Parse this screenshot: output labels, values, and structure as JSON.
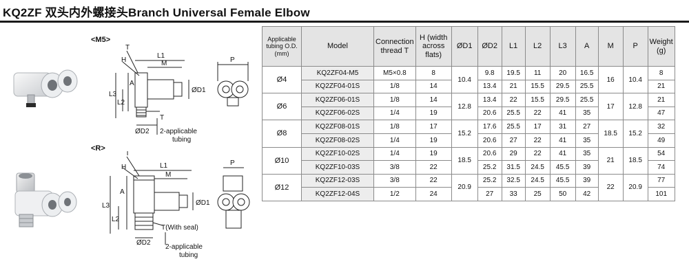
{
  "title": "KQ2ZF  双头内外螺接头Branch Universal Female Elbow",
  "sections": {
    "m5_label": "<M5>",
    "r_label": "<R>"
  },
  "drawing_labels": {
    "m5": {
      "t_top": "T",
      "h": "H",
      "l1": "L1",
      "m": "M",
      "a": "A",
      "l3": "L3",
      "l2": "L2",
      "d1": "ØD1",
      "d2": "ØD2",
      "t_bottom": "T",
      "tubing_line1": "2-applicable",
      "tubing_line2": "tubing",
      "p": "P"
    },
    "r": {
      "t_top": "T",
      "h": "H",
      "l1": "L1",
      "m": "M",
      "a": "A",
      "l3": "L3",
      "l2": "L2",
      "d1": "ØD1",
      "d2": "ØD2",
      "t_seal": "T(With seal)",
      "tubing_line1": "2-applicable",
      "tubing_line2": "tubing",
      "p": "P"
    }
  },
  "table": {
    "headers": {
      "od": "Applicable tubing O.D. (mm)",
      "model": "Model",
      "thread": "Connection thread T",
      "h": "H (width across flats)",
      "d1": "ØD1",
      "d2": "ØD2",
      "l1": "L1",
      "l2": "L2",
      "l3": "L3",
      "a": "A",
      "m": "M",
      "p": "P",
      "weight": "Weight (g)"
    },
    "groups": [
      {
        "od": "Ø4",
        "d1": "10.4",
        "m": "16",
        "p": "10.4",
        "rows": [
          {
            "model": "KQ2ZF04-M5",
            "thread": "M5×0.8",
            "h": "8",
            "d2": "9.8",
            "l1": "19.5",
            "l2": "11",
            "l3": "20",
            "a": "16.5",
            "weight": "8"
          },
          {
            "model": "KQ2ZF04-01S",
            "thread": "1/8",
            "h": "14",
            "d2": "13.4",
            "l1": "21",
            "l2": "15.5",
            "l3": "29.5",
            "a": "25.5",
            "weight": "21"
          }
        ]
      },
      {
        "od": "Ø6",
        "d1": "12.8",
        "m": "17",
        "p": "12.8",
        "rows": [
          {
            "model": "KQ2ZF06-01S",
            "thread": "1/8",
            "h": "14",
            "d2": "13.4",
            "l1": "22",
            "l2": "15.5",
            "l3": "29.5",
            "a": "25.5",
            "weight": "21"
          },
          {
            "model": "KQ2ZF06-02S",
            "thread": "1/4",
            "h": "19",
            "d2": "20.6",
            "l1": "25.5",
            "l2": "22",
            "l3": "41",
            "a": "35",
            "weight": "47"
          }
        ]
      },
      {
        "od": "Ø8",
        "d1": "15.2",
        "m": "18.5",
        "p": "15.2",
        "rows": [
          {
            "model": "KQ2ZF08-01S",
            "thread": "1/8",
            "h": "17",
            "d2": "17.6",
            "l1": "25.5",
            "l2": "17",
            "l3": "31",
            "a": "27",
            "weight": "32"
          },
          {
            "model": "KQ2ZF08-02S",
            "thread": "1/4",
            "h": "19",
            "d2": "20.6",
            "l1": "27",
            "l2": "22",
            "l3": "41",
            "a": "35",
            "weight": "49"
          }
        ]
      },
      {
        "od": "Ø10",
        "d1": "18.5",
        "m": "21",
        "p": "18.5",
        "rows": [
          {
            "model": "KQ2ZF10-02S",
            "thread": "1/4",
            "h": "19",
            "d2": "20.6",
            "l1": "29",
            "l2": "22",
            "l3": "41",
            "a": "35",
            "weight": "54"
          },
          {
            "model": "KQ2ZF10-03S",
            "thread": "3/8",
            "h": "22",
            "d2": "25.2",
            "l1": "31.5",
            "l2": "24.5",
            "l3": "45.5",
            "a": "39",
            "weight": "74"
          }
        ]
      },
      {
        "od": "Ø12",
        "d1": "20.9",
        "m": "22",
        "p": "20.9",
        "rows": [
          {
            "model": "KQ2ZF12-03S",
            "thread": "3/8",
            "h": "22",
            "d2": "25.2",
            "l1": "32.5",
            "l2": "24.5",
            "l3": "45.5",
            "a": "39",
            "weight": "77"
          },
          {
            "model": "KQ2ZF12-04S",
            "thread": "1/2",
            "h": "24",
            "d2": "27",
            "l1": "33",
            "l2": "25",
            "l3": "50",
            "a": "42",
            "weight": "101"
          }
        ]
      }
    ]
  }
}
